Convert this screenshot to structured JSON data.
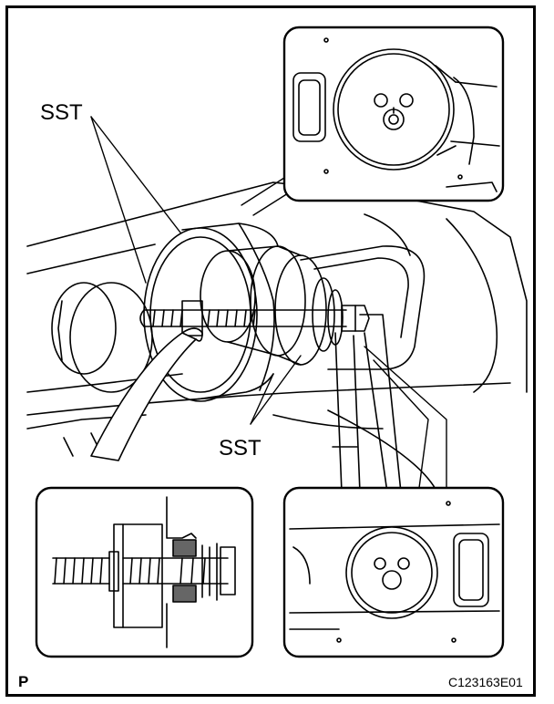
{
  "labels": {
    "sst_top": "SST",
    "sst_bottom": "SST",
    "corner_mark": "P",
    "figure_code": "C123163E01"
  },
  "colors": {
    "line": "#000000",
    "background": "#ffffff"
  }
}
